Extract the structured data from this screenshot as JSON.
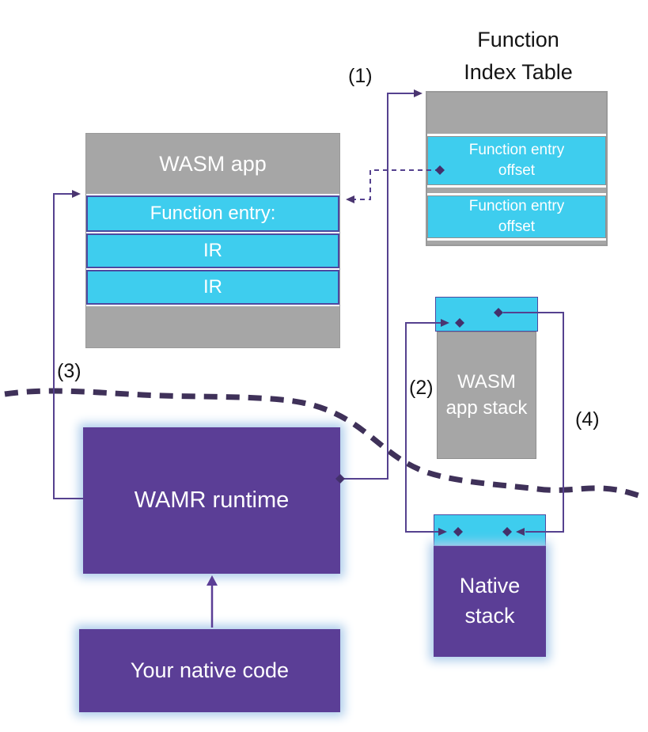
{
  "title": {
    "lines": [
      "Function",
      "Index Table"
    ]
  },
  "function_index_table": {
    "rows": [
      "Function entry offset",
      "Function entry offset"
    ]
  },
  "wasm_app": {
    "header": "WASM app",
    "rows": [
      "Function entry:",
      "IR",
      "IR"
    ]
  },
  "wasm_app_stack": {
    "lines": [
      "WASM",
      "app stack"
    ]
  },
  "native_stack": {
    "lines": [
      "Native",
      "stack"
    ]
  },
  "wamr_runtime": {
    "label": "WAMR runtime"
  },
  "your_native_code": {
    "label": "Your native code"
  },
  "annotations": {
    "n1": "(1)",
    "n2": "(2)",
    "n3": "(3)",
    "n4": "(4)"
  },
  "colors": {
    "gray": "#a6a6a6",
    "cyan": "#3ecdee",
    "purple": "#5b3e96",
    "connector_purple": "#55418f",
    "separator_dark_purple": "#3f3159",
    "glow_blue": "#aecdeb",
    "text_white": "#ffffff",
    "text_black": "#141414"
  }
}
